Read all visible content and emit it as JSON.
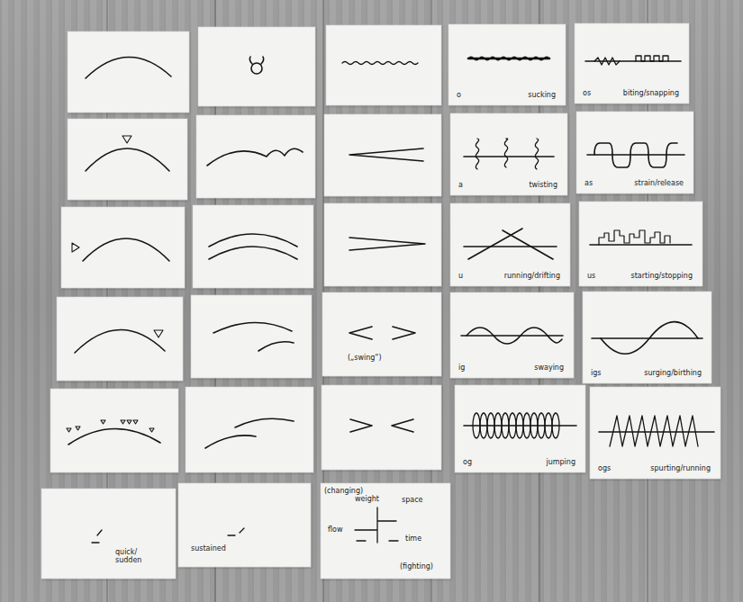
{
  "diagram": {
    "nodes": [
      {
        "text": [
          "o",
          "sucking"
        ]
      },
      {
        "text": [
          "os",
          "biting/snapping"
        ]
      },
      {
        "text": [
          "a",
          "twisting"
        ]
      },
      {
        "text": [
          "as",
          "strain/release"
        ]
      },
      {
        "text": [
          "u",
          "running/drifting"
        ]
      },
      {
        "text": [
          "us",
          "starting/stopping"
        ]
      },
      {
        "text": [
          "(„swing“)"
        ]
      },
      {
        "text": [
          "ig",
          "swaying"
        ]
      },
      {
        "text": [
          "igs",
          "surging/birthing"
        ]
      },
      {
        "text": [
          "og",
          "jumping"
        ]
      },
      {
        "text": [
          "ogs",
          "spurting/running"
        ]
      },
      {
        "text": [
          "quick/ sudden"
        ]
      },
      {
        "text": [
          "sustained"
        ]
      },
      {
        "text": [
          "(changing)",
          "weight",
          "space",
          "flow",
          "time",
          "(fighting)"
        ]
      }
    ]
  }
}
